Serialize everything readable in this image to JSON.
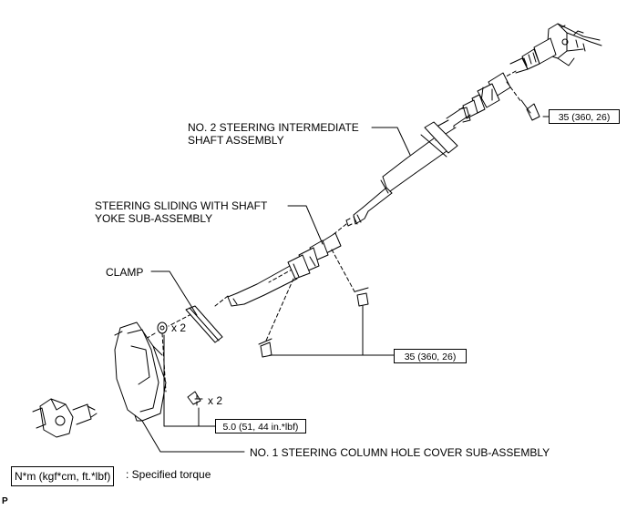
{
  "labels": {
    "intermediate_shaft": [
      "NO. 2 STEERING INTERMEDIATE",
      "SHAFT ASSEMBLY"
    ],
    "sliding_yoke": [
      "STEERING SLIDING WITH SHAFT",
      "YOKE SUB-ASSEMBLY"
    ],
    "clamp": "CLAMP",
    "hole_cover": "NO. 1 STEERING COLUMN HOLE COVER SUB-ASSEMBLY"
  },
  "torque": {
    "upper_bolt": "35 (360, 26)",
    "lower_bolts": "35 (360, 26)",
    "nuts": "5.0 (51, 44 in.*lbf)"
  },
  "quantities": {
    "nuts": "x 2",
    "screws": "x 2"
  },
  "legend": {
    "unit": "N*m (kgf*cm, ft.*lbf)",
    "meaning": ": Specified torque"
  },
  "corner_mark": "P"
}
